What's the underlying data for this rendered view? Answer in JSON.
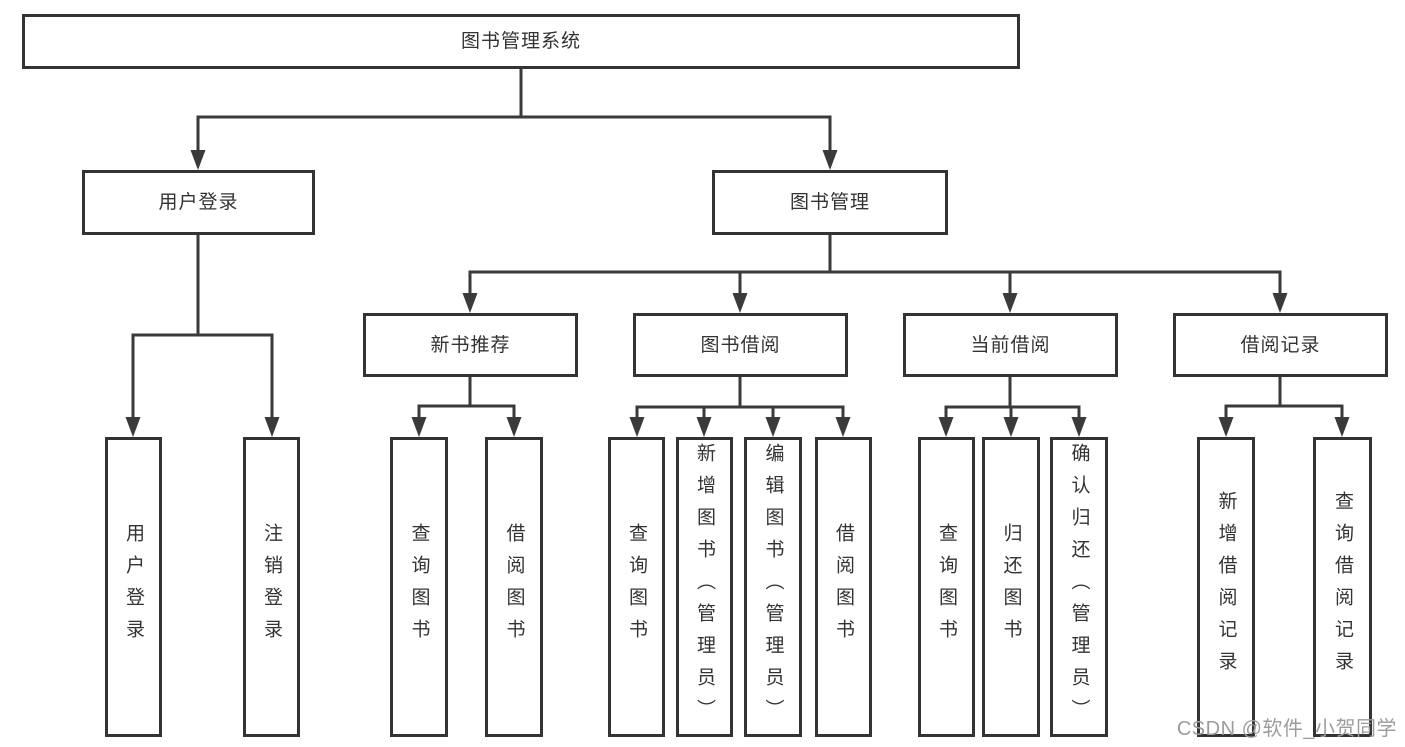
{
  "colors": {
    "line": "#3a3a3a",
    "box_border": "#333333",
    "text": "#333333",
    "watermark": "#9c9c9c",
    "background": "#ffffff"
  },
  "watermark": "CSDN @软件_小贺同学",
  "tree": {
    "root": {
      "label": "图书管理系统"
    },
    "branches": [
      {
        "label": "用户登录",
        "children": [
          {
            "label": "用户登录"
          },
          {
            "label": "注销登录"
          }
        ]
      },
      {
        "label": "图书管理",
        "children": [
          {
            "label": "新书推荐",
            "children": [
              {
                "label": "查询图书"
              },
              {
                "label": "借阅图书"
              }
            ]
          },
          {
            "label": "图书借阅",
            "children": [
              {
                "label": "查询图书"
              },
              {
                "label": "新增图书（管理员）"
              },
              {
                "label": "编辑图书（管理员）"
              },
              {
                "label": "借阅图书"
              }
            ]
          },
          {
            "label": "当前借阅",
            "children": [
              {
                "label": "查询图书"
              },
              {
                "label": "归还图书"
              },
              {
                "label": "确认归还（管理员）"
              }
            ]
          },
          {
            "label": "借阅记录",
            "children": [
              {
                "label": "新增借阅记录"
              },
              {
                "label": "查询借阅记录"
              }
            ]
          }
        ]
      }
    ]
  }
}
